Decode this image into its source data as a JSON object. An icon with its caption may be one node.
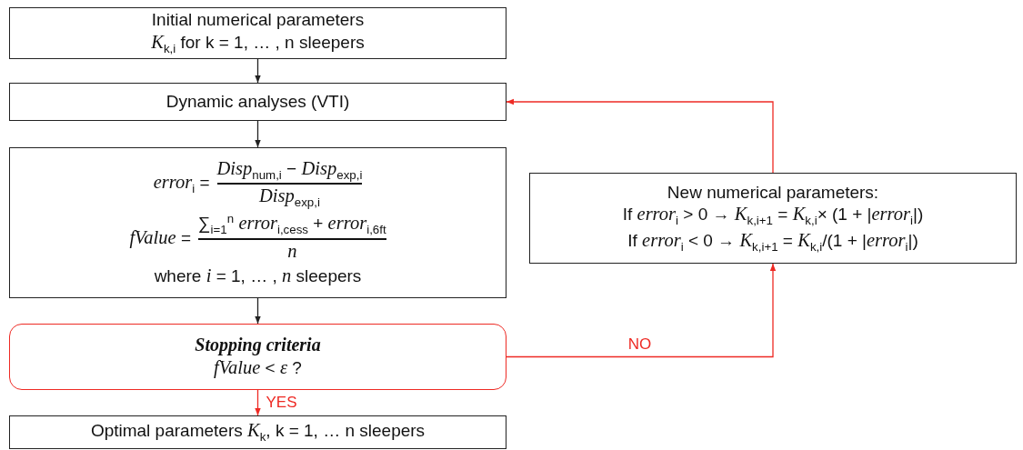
{
  "diagram": {
    "nodes": [
      {
        "text": [
          "Initial numerical parameters",
          "*K*$_{k,i}$ for k = 1, … , n sleepers"
        ]
      },
      {
        "text": [
          "Dynamic analyses (VTI)"
        ]
      },
      {
        "text": [
          "*error*$_{i}$ =",
          "*Disp*$_{num,i}$ − *Disp*$_{exp,i}$",
          "*Disp*$_{exp,i}$",
          "*fValue* =",
          "∑$_{i=1}$$^{n}$ *error*$_{i,cess}$ + *error*$_{i,6ft}$",
          "*n*",
          "where *i* = 1, … , *n* sleepers"
        ]
      },
      {
        "text": [
          "Stopping criteria",
          "*fValue* < *ε* ?"
        ]
      },
      {
        "text": [
          "Optimal parameters *K*$_{k}$, k = 1, … n sleepers"
        ]
      },
      {
        "text": [
          "New numerical parameters:",
          "If *error*$_{i}$ > 0 → *K*$_{k,i+1}$ = *K*$_{k,i}$× (1 + |*error*$_{i}$|)",
          "If *error*$_{i}$ < 0 → *K*$_{k,i+1}$ = *K*$_{k,i}$/(1 + |*error*$_{i}$|)"
        ]
      }
    ],
    "edges": [
      {
        "from": 0,
        "to": 1,
        "arrow": "to"
      },
      {
        "from": 1,
        "to": 2,
        "arrow": "to"
      },
      {
        "from": 2,
        "to": 3,
        "arrow": "to"
      },
      {
        "from": 3,
        "to": 4,
        "arrow": "to",
        "label": "YES",
        "color": "#ee2a24"
      },
      {
        "from": 3,
        "to": 5,
        "arrow": "to",
        "label": "NO",
        "color": "#ee2a24"
      },
      {
        "from": 5,
        "to": 1,
        "arrow": "to",
        "color": "#ee2a24"
      }
    ]
  }
}
